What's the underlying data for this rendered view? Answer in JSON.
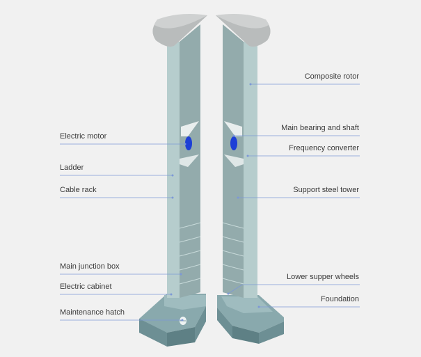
{
  "labels_left": [
    "Electric motor",
    "Ladder",
    "Cable rack",
    "Main junction box",
    "Electric cabinet",
    "Maintenance hatch"
  ],
  "labels_right": [
    "Composite rotor",
    "Main bearing and shaft",
    "Frequency converter",
    "Support steel tower",
    "Lower supper wheels",
    "Foundation"
  ],
  "colors": {
    "background": "#f1f1f1",
    "tower_face_light": "#aec6c6",
    "tower_face_dark": "#8fa7a7",
    "rotor": "#cfd1d1",
    "foundation": "#7d9ea2",
    "leader_line": "#6f8fd0",
    "motor": "#1d3fd6"
  }
}
